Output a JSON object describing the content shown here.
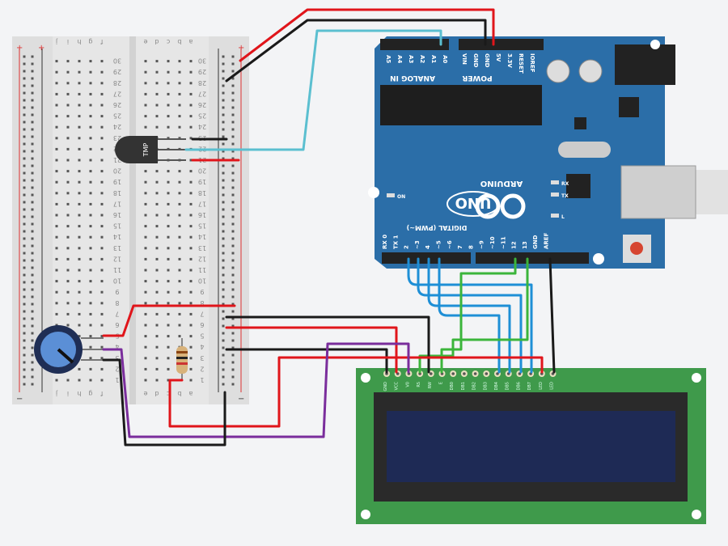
{
  "colors": {
    "background": "#f3f4f6",
    "arduino_board": "#2b6ea8",
    "lcd_pcb": "#3f9a4b",
    "lcd_screen": "#1e2a55",
    "breadboard": "#e6e6e6",
    "wire_red": "#e0151b",
    "wire_black": "#1a1a1a",
    "wire_cyan": "#5bbfd0",
    "wire_blue": "#1e8fd6",
    "wire_green": "#3bb53b",
    "wire_purple": "#7a2d9c"
  },
  "breadboard": {
    "columns_left": [
      "j",
      "i",
      "h",
      "g",
      "f"
    ],
    "columns_right": [
      "e",
      "d",
      "c",
      "b",
      "a"
    ],
    "rail_plus": "+",
    "rail_minus": "−",
    "rows": [
      "1",
      "2",
      "3",
      "4",
      "5",
      "6",
      "7",
      "8",
      "9",
      "10",
      "11",
      "12",
      "13",
      "14",
      "15",
      "16",
      "17",
      "18",
      "19",
      "20",
      "21",
      "22",
      "23",
      "24",
      "25",
      "26",
      "27",
      "28",
      "29",
      "30"
    ]
  },
  "sensor": {
    "label": "TMP"
  },
  "arduino": {
    "brand": "ARDUINO",
    "model": "UNO",
    "analog_header": "ANALOG IN",
    "analog_pins": [
      "A5",
      "A4",
      "A3",
      "A2",
      "A1",
      "A0"
    ],
    "power_header": "POWER",
    "power_pins": [
      "VIN",
      "GND",
      "GND",
      "5V",
      "3.3V",
      "RESET",
      "IOREF"
    ],
    "digital_header": "DIGITAL (PWM~)",
    "digital_pins": [
      "RX 0",
      "TX 1",
      "2",
      "~3",
      "4",
      "~5",
      "~6",
      "7",
      "8",
      "~9",
      "~10",
      "~11",
      "12",
      "13",
      "GND",
      "AREF"
    ],
    "leds": {
      "on": "ON",
      "tx": "TX",
      "rx": "RX",
      "l": "L"
    }
  },
  "lcd": {
    "pins": [
      "GND",
      "VCC",
      "V0",
      "RS",
      "RW",
      "E",
      "DB0",
      "DB1",
      "DB2",
      "DB3",
      "DB4",
      "DB5",
      "DB6",
      "DB7",
      "LED",
      "LED"
    ]
  }
}
